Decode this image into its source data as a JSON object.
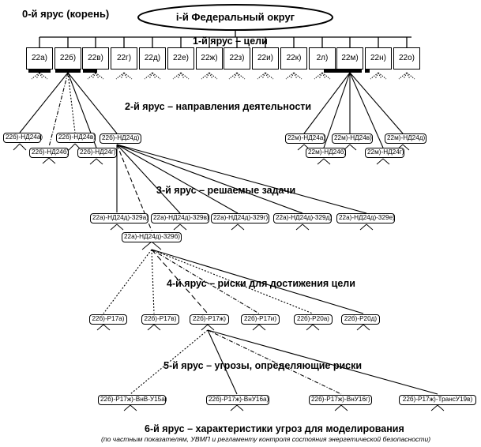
{
  "root": {
    "tier_label": "0-й ярус (корень)",
    "title": "i-й Федеральный округ"
  },
  "tiers": {
    "t1": "1-й ярус – цели",
    "t2": "2-й ярус – направления деятельности",
    "t3": "3-й ярус – решаемые задачи",
    "t4": "4-й ярус – риски для достижения цели",
    "t5": "5-й ярус – угрозы,  определяющие риски",
    "t6": "6-й ярус – характеристики угроз для моделирования",
    "t6_note": "(по частным показателям, УВМП и регламенту контроля состояния энергетической безопасности)"
  },
  "goals": [
    "22а)",
    "22б)",
    "22в)",
    "22г)",
    "22д)",
    "22е)",
    "22ж)",
    "22з)",
    "22и)",
    "22к)",
    "2л)",
    "22м)",
    "22н)",
    "22о)"
  ],
  "directions_left": [
    "22б)-НД24а)",
    "22б)-НД24б)",
    "22б)-НД24в)",
    "22б)-НД24г)",
    "22б)-НД24д)"
  ],
  "directions_right": [
    "22м)-НД24а)",
    "22м)-НД24б)",
    "22м)-НД24в)",
    "22м)-НД24г)",
    "22м)-НД24д)"
  ],
  "tasks": [
    "22а)-НД24д)-329а)",
    "22а)-НД24д)-329б)",
    "22а)-НД24д)-329в)",
    "22а)-НД24д)-329г)",
    "22а)-НД24д)-329д)",
    "22а)-НД24д)-329е)"
  ],
  "risks": [
    "22б)-Р17а)",
    "22б)-Р17в)",
    "22б)-Р17ж)",
    "22б)-Р17и)",
    "22б)-Р20а)",
    "22б)-Р20д)"
  ],
  "threats": [
    "22б)-Р17ж)-ВнВ-У15а)",
    "22б)-Р17ж)-ВнУ16а)",
    "22б)-Р17ж)-ВнУ16г)",
    "22б)-Р17ж)-ТрансУ19в)"
  ]
}
